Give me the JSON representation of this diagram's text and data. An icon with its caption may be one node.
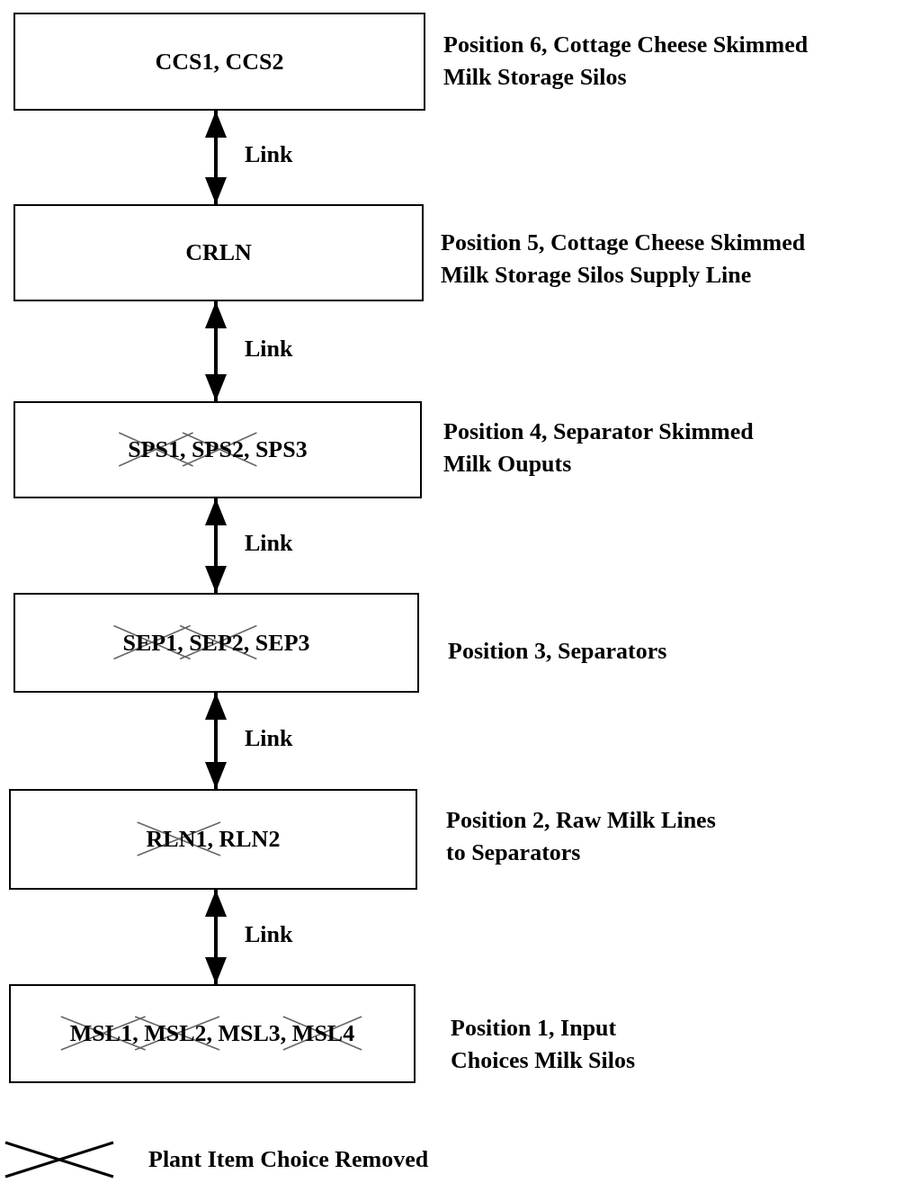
{
  "diagram": {
    "nodes": [
      {
        "text": [
          "CCS1, CCS2"
        ],
        "beside": [
          "Position 6, Cottage Cheese Skimmed Milk Storage Silos"
        ]
      },
      {
        "text": [
          "CRLN"
        ],
        "beside": [
          "Position 5, Cottage Cheese Skimmed Milk Storage Silos Supply Line"
        ]
      },
      {
        "text": [
          "SPS1, SPS2, SPS3"
        ],
        "beside": [
          "Position 4, Separator Skimmed Milk Ouputs"
        ]
      },
      {
        "text": [
          "SEP1, SEP2, SEP3"
        ],
        "beside": [
          "Position 3, Separators"
        ]
      },
      {
        "text": [
          "RLN1, RLN2"
        ],
        "beside": [
          "Position 2, Raw Milk Lines to Separators"
        ]
      },
      {
        "text": [
          "MSL1, MSL2, MSL3, MSL4"
        ],
        "beside": [
          "Position 1, Input Choices Milk Silos"
        ]
      }
    ],
    "edges": [
      {
        "from": 0,
        "to": 1,
        "arrow": "both",
        "label": "Link"
      },
      {
        "from": 1,
        "to": 2,
        "arrow": "both",
        "label": "Link"
      },
      {
        "from": 2,
        "to": 3,
        "arrow": "both",
        "label": "Link"
      },
      {
        "from": 3,
        "to": 4,
        "arrow": "both",
        "label": "Link"
      },
      {
        "from": 4,
        "to": 5,
        "arrow": "both",
        "label": "Link"
      }
    ],
    "legend": [
      {
        "text": "Plant Item Choice Removed"
      }
    ]
  }
}
